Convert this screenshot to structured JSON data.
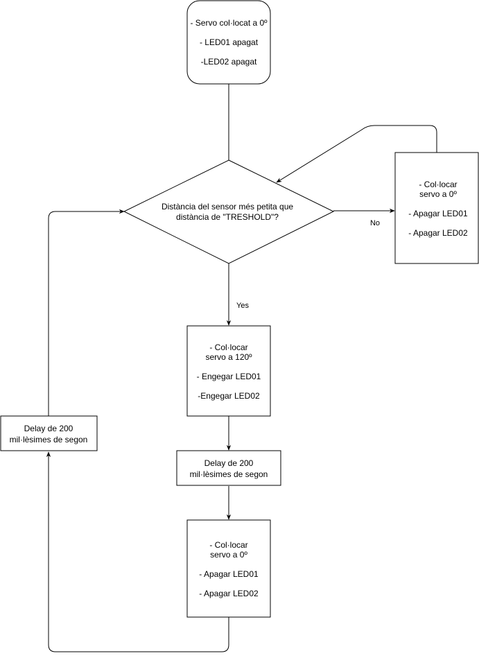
{
  "nodes": {
    "start": {
      "lines": [
        "- Servo col·locat a 0º",
        "- LED01 apagat",
        "-LED02 apagat"
      ]
    },
    "decision": {
      "lines": [
        "Distància del sensor més petita que",
        "distància de \"TRESHOLD\"?"
      ]
    },
    "no_branch": {
      "lines": [
        "- Col·locar",
        "servo a 0º",
        "- Apagar LED01",
        "- Apagar LED02"
      ]
    },
    "yes_branch": {
      "lines": [
        "- Col·locar",
        "servo a 120º",
        "- Engegar LED01",
        "-Engegar LED02"
      ]
    },
    "delay_middle": {
      "lines": [
        "Delay de 200",
        "mil·lèsimes de segon"
      ]
    },
    "reset": {
      "lines": [
        "- Col·locar",
        "servo a 0º",
        "- Apagar LED01",
        "- Apagar LED02"
      ]
    },
    "delay_left": {
      "lines": [
        "Delay de 200",
        "mil·lèsimes de segon"
      ]
    }
  },
  "edges": {
    "no_label": "No",
    "yes_label": "Yes"
  },
  "colors": {
    "stroke": "#000000",
    "fill": "#ffffff"
  }
}
